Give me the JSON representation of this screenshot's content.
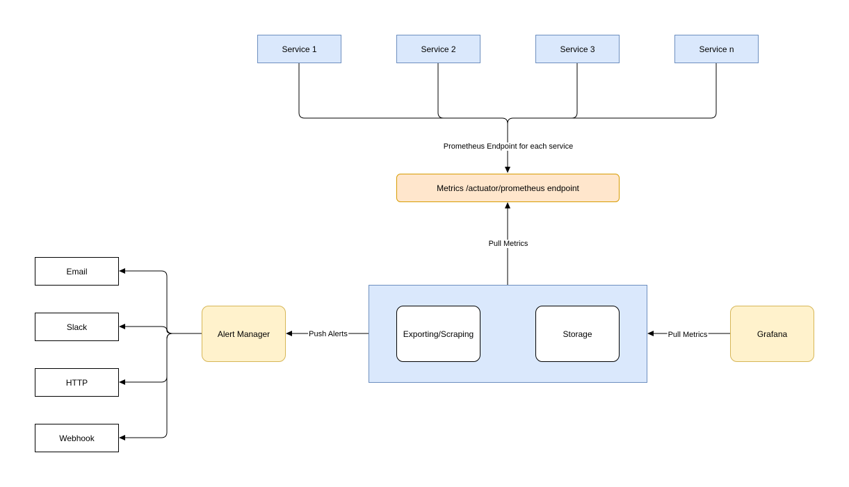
{
  "services": [
    "Service 1",
    "Service 2",
    "Service 3",
    "Service n"
  ],
  "labels": {
    "prometheus_endpoint": "Prometheus Endpoint for each service",
    "pull_metrics_top": "Pull Metrics",
    "push_alerts": "Push Alerts",
    "pull_metrics_right": "Pull Metrics"
  },
  "metrics_endpoint": "Metrics /actuator/prometheus endpoint",
  "prometheus": {
    "exporting": "Exporting/Scraping",
    "storage": "Storage"
  },
  "alert_manager": "Alert Manager",
  "grafana": "Grafana",
  "destinations": [
    "Email",
    "Slack",
    "HTTP",
    "Webhook"
  ],
  "colors": {
    "service_fill": "#dae8fc",
    "service_stroke": "#6c8ebf",
    "metrics_fill": "#ffe6cc",
    "metrics_stroke": "#d79b00",
    "yellow_fill": "#fff2cc",
    "yellow_stroke": "#d6b656"
  }
}
